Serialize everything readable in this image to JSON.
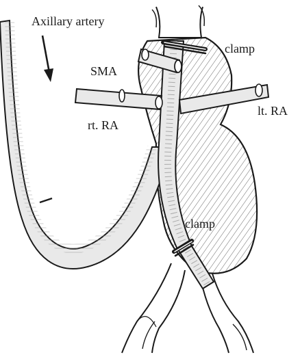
{
  "labels": {
    "axillary_artery": "Axillary artery",
    "clamp_top": "clamp",
    "sma": "SMA",
    "rt_ra": "rt. RA",
    "lt_ra": "lt. RA",
    "clamp_bottom": "clamp"
  },
  "colors": {
    "ink": "#1a1a1a",
    "graft_fill": "#e9e9e9",
    "aneurysm_fill": "#ffffff",
    "background": "#ffffff"
  }
}
